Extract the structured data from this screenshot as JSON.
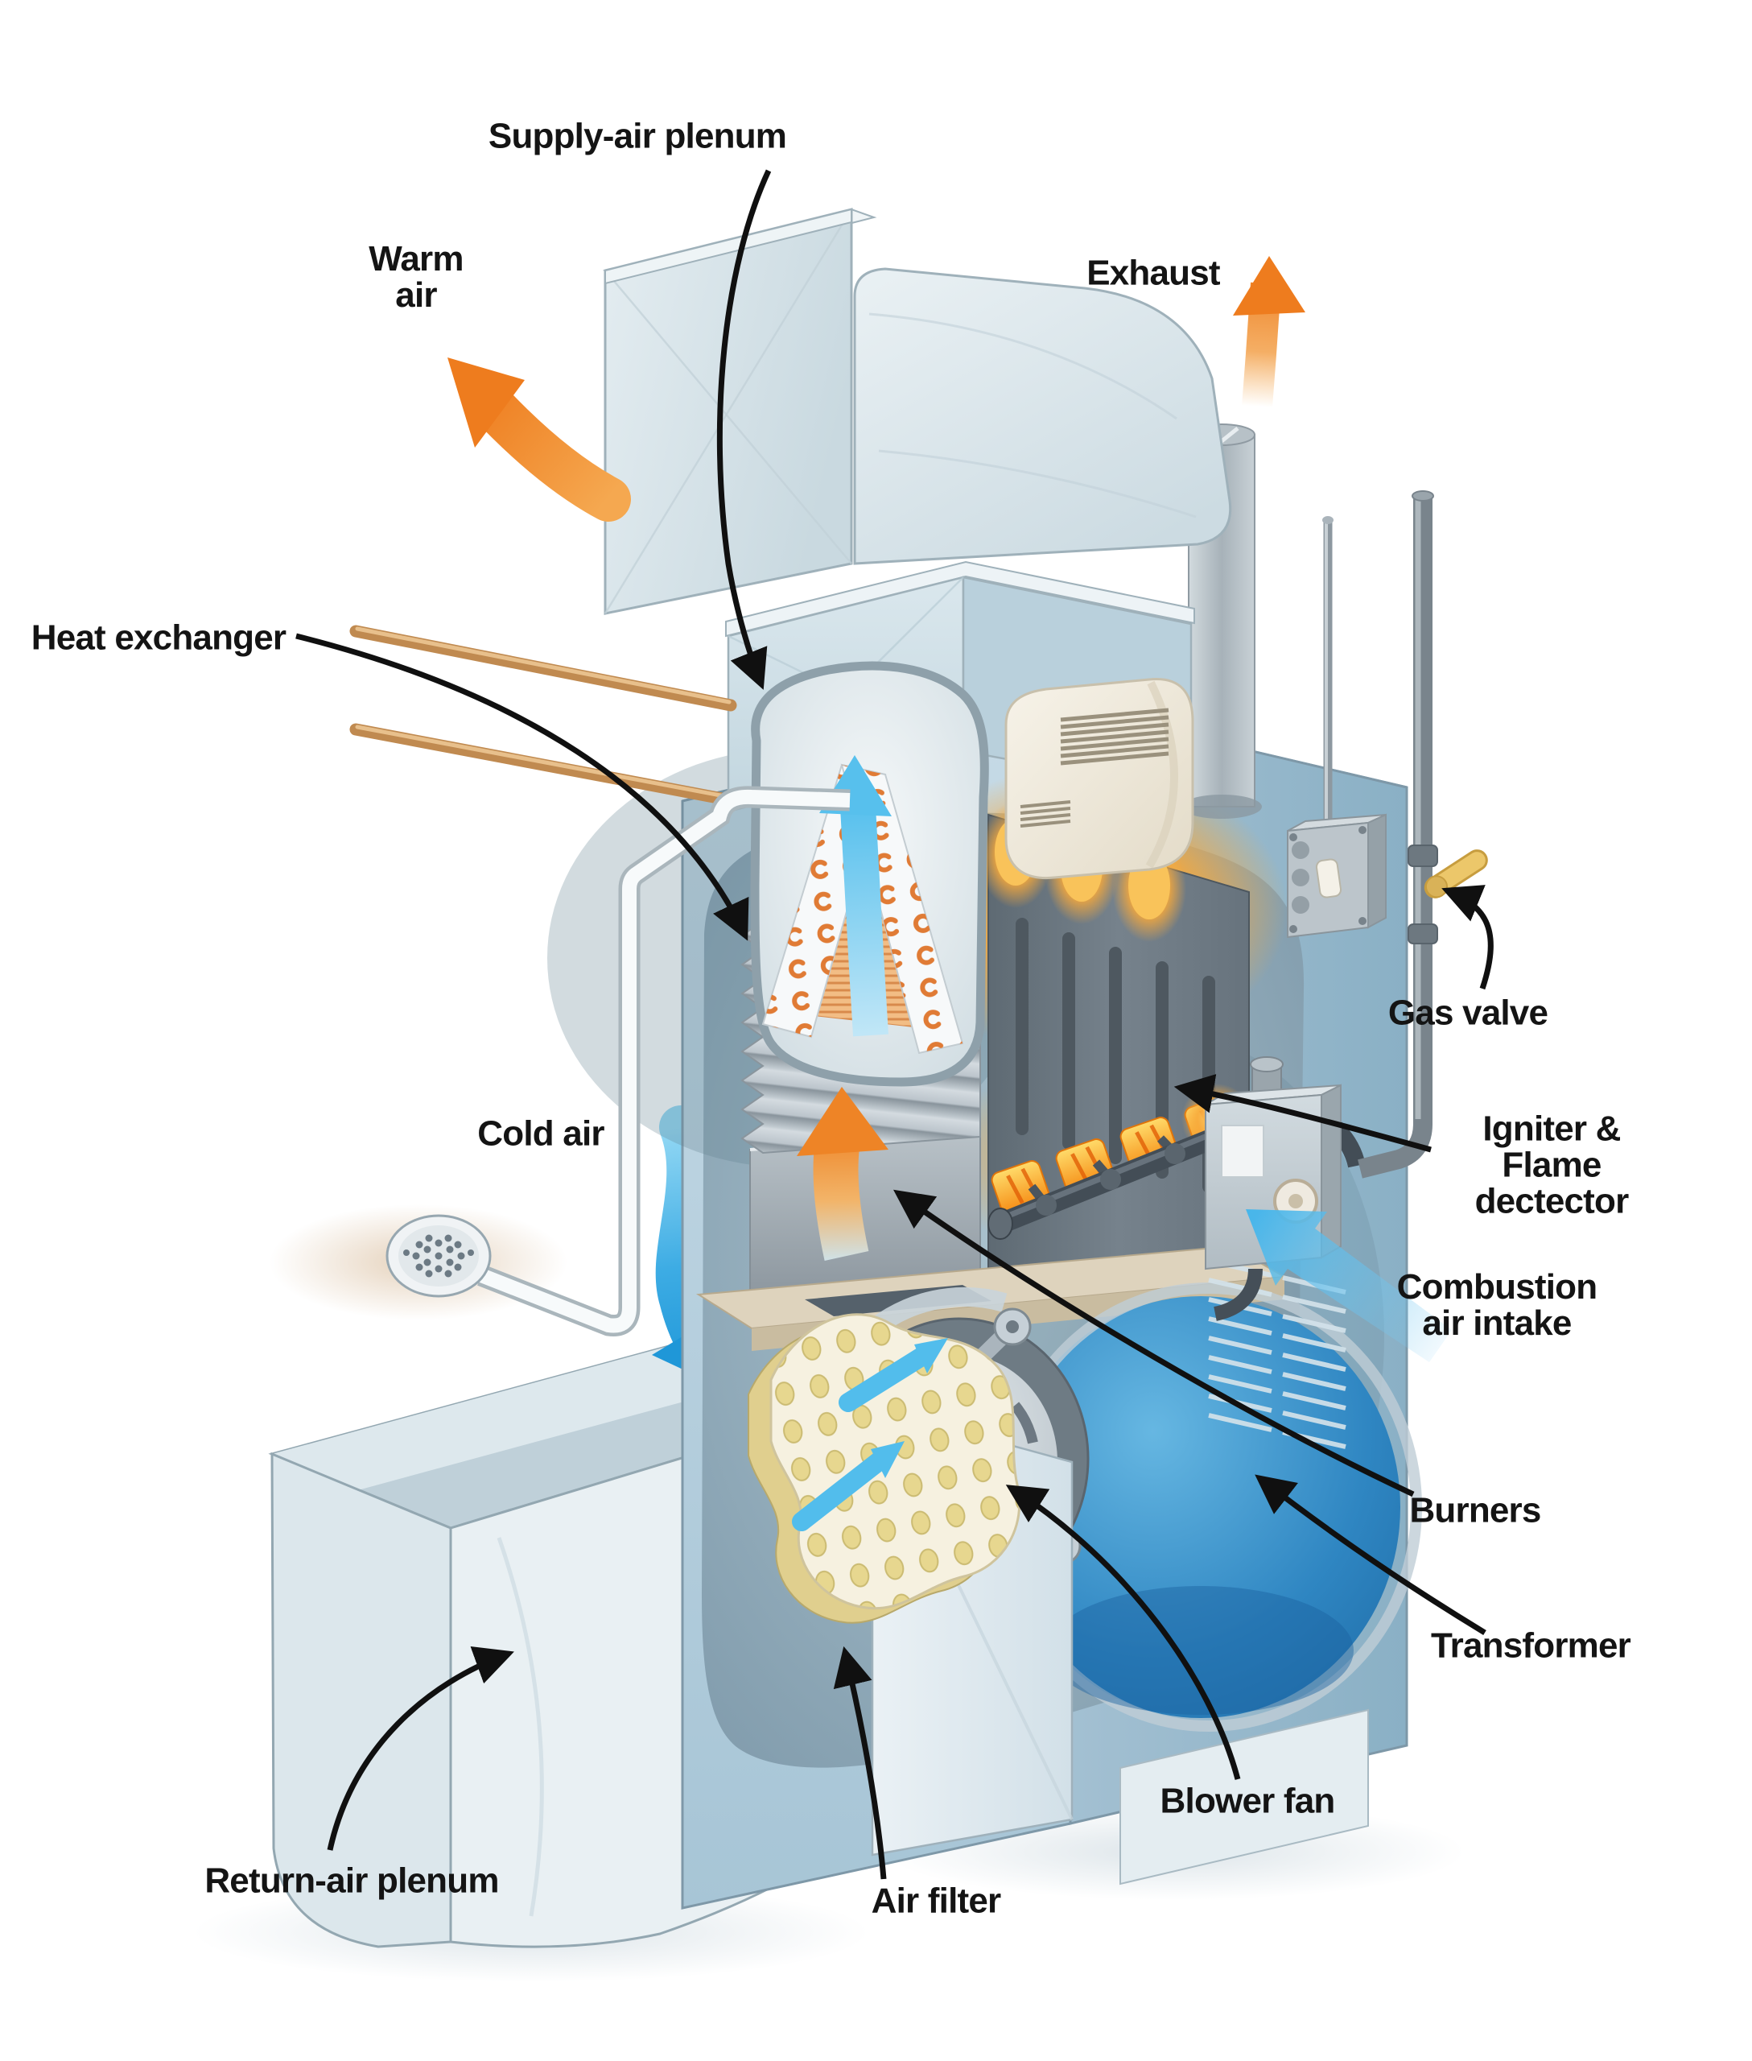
{
  "diagram": {
    "labels": {
      "supply_air_plenum": "Supply-air plenum",
      "warm_air": "Warm\nair",
      "exhaust": "Exhaust",
      "heat_exchanger": "Heat exchanger",
      "cold_air": "Cold air",
      "gas_valve": "Gas valve",
      "igniter_flame_detector": "Igniter & Flame\ndectector",
      "combustion_air_intake": "Combustion\nair intake",
      "burners": "Burners",
      "transformer": "Transformer",
      "blower_fan": "Blower fan",
      "air_filter": "Air filter",
      "return_air_plenum": "Return-air plenum"
    },
    "flows": [
      {
        "name": "warm-air",
        "direction": "up-left out of duct",
        "color": "#ee7c1e"
      },
      {
        "name": "exhaust",
        "direction": "up from flue",
        "color": "#ee7c1e"
      },
      {
        "name": "heat-rise",
        "direction": "up through heat exchanger",
        "color": "#ee7c1e"
      },
      {
        "name": "cold-air",
        "direction": "down into return plenum",
        "color": "#2aa3e1"
      },
      {
        "name": "combustion-air",
        "direction": "into side louvers",
        "color": "#49b6ea"
      },
      {
        "name": "coil-airflow",
        "direction": "up through A-coil",
        "color": "#57c0ed"
      },
      {
        "name": "filter-airflow",
        "direction": "through air filter to blower",
        "color": "#52bdec"
      }
    ],
    "colors": {
      "label_text": "#141414",
      "leader_line": "#101010",
      "cabinet_front": "#b9d2e0",
      "cabinet_side": "#9fbdd0",
      "duct_metal": "#dfe9ee",
      "fin_metal": "#9aa5ad",
      "flame": "#f5830f",
      "blower_housing": "#2f86c2",
      "filter_media": "#f4efdd",
      "copper_pipe": "#c9935a",
      "valve_handle": "#ecc76a"
    }
  }
}
